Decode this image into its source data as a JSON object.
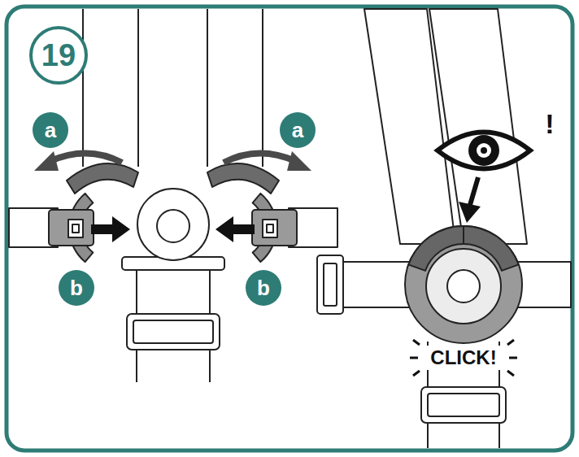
{
  "diagram": {
    "labels": [
      "19",
      "a",
      "a",
      "b",
      "b",
      "!",
      "CLICK!"
    ]
  }
}
